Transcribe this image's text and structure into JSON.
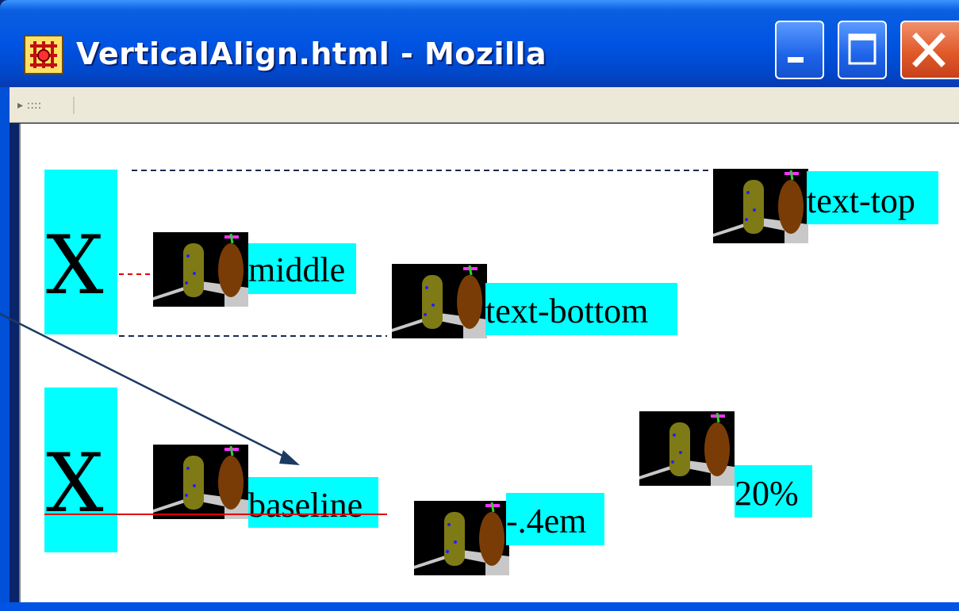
{
  "window": {
    "title": "VerticalAlign.html - Mozilla",
    "app_icon": "mozilla-app-icon",
    "controls": [
      "minimize-icon",
      "maximize-icon",
      "close-icon"
    ]
  },
  "toolbar": {
    "grip": "▸ ::::"
  },
  "demo": {
    "x_glyph": "X",
    "labels": {
      "middle": "middle",
      "text_bottom": "text-bottom",
      "text_top": "text-top",
      "baseline": "baseline",
      "neg_em": "-.4em",
      "percent": "20%"
    }
  },
  "colors": {
    "highlight": "#00ffff",
    "title_bar": "#0054e3",
    "guide_dashed": "#1b2a4e",
    "guide_red": "#e00000",
    "arrow": "#1b3a63"
  }
}
